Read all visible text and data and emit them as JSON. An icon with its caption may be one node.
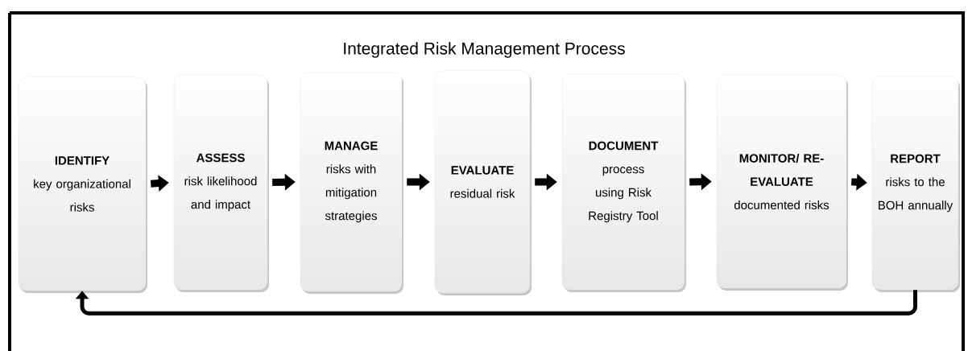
{
  "diagram": {
    "title": "Integrated Risk Management Process",
    "nodes": [
      {
        "text": [
          "IDENTIFY",
          "key organizational risks"
        ]
      },
      {
        "text": [
          "ASSESS",
          "risk likelihood and impact"
        ]
      },
      {
        "text": [
          "MANAGE",
          "risks with mitigation strategies"
        ]
      },
      {
        "text": [
          "EVALUATE",
          "residual risk"
        ]
      },
      {
        "text": [
          "DOCUMENT",
          "process using Risk Registry Tool"
        ]
      },
      {
        "text": [
          "MONITOR/ RE-EVALUATE",
          "documented risks"
        ]
      },
      {
        "text": [
          "REPORT",
          "risks to the BOH annually"
        ]
      }
    ],
    "edges": [
      {
        "from": 0,
        "to": 1,
        "arrow": "to"
      },
      {
        "from": 1,
        "to": 2,
        "arrow": "to"
      },
      {
        "from": 2,
        "to": 3,
        "arrow": "to"
      },
      {
        "from": 3,
        "to": 4,
        "arrow": "to"
      },
      {
        "from": 4,
        "to": 5,
        "arrow": "to"
      },
      {
        "from": 5,
        "to": 6,
        "arrow": "to"
      },
      {
        "from": 6,
        "to": 0,
        "arrow": "to"
      }
    ]
  }
}
